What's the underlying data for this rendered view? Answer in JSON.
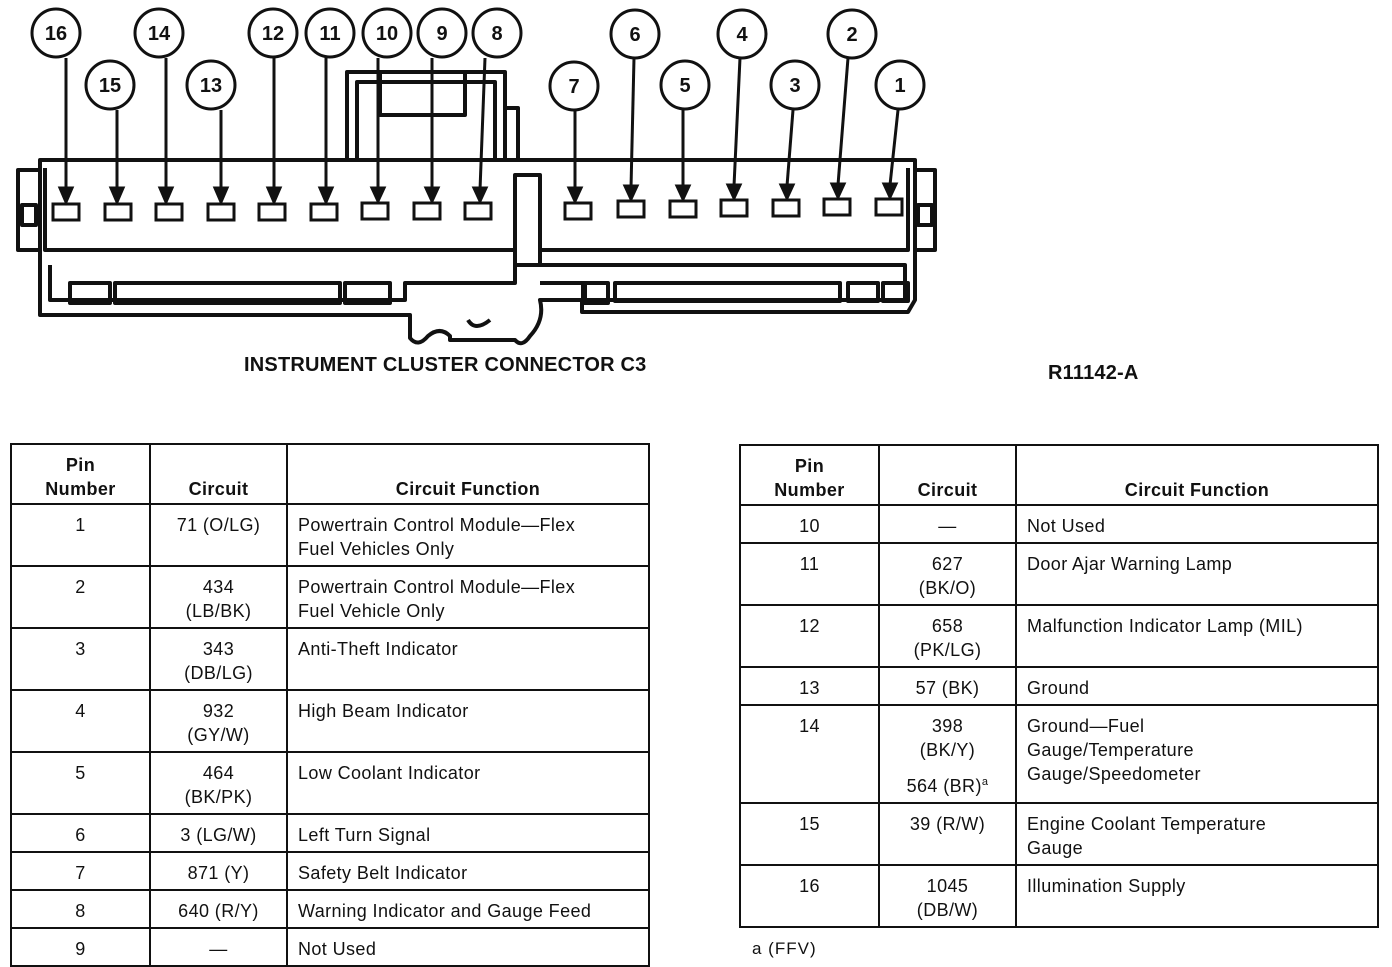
{
  "connector": {
    "title": "INSTRUMENT CLUSTER CONNECTOR C3",
    "reference": "R11142-A",
    "pin_callouts": [
      "16",
      "15",
      "14",
      "13",
      "12",
      "11",
      "10",
      "9",
      "8",
      "7",
      "6",
      "5",
      "4",
      "3",
      "2",
      "1"
    ]
  },
  "table_left": {
    "headers": {
      "pin": "Pin Number",
      "circuit": "Circuit",
      "function": "Circuit Function"
    },
    "rows": [
      {
        "pin": "1",
        "circuit": [
          "71 (O/LG)"
        ],
        "function": [
          "Powertrain Control Module—Flex",
          "Fuel Vehicles Only"
        ]
      },
      {
        "pin": "2",
        "circuit": [
          "434",
          "(LB/BK)"
        ],
        "function": [
          "Powertrain Control Module—Flex",
          "Fuel Vehicle Only"
        ]
      },
      {
        "pin": "3",
        "circuit": [
          "343",
          "(DB/LG)"
        ],
        "function": [
          "Anti-Theft Indicator"
        ]
      },
      {
        "pin": "4",
        "circuit": [
          "932",
          "(GY/W)"
        ],
        "function": [
          "High Beam Indicator"
        ]
      },
      {
        "pin": "5",
        "circuit": [
          "464",
          "(BK/PK)"
        ],
        "function": [
          "Low Coolant Indicator"
        ]
      },
      {
        "pin": "6",
        "circuit": [
          "3 (LG/W)"
        ],
        "function": [
          "Left Turn Signal"
        ]
      },
      {
        "pin": "7",
        "circuit": [
          "871 (Y)"
        ],
        "function": [
          "Safety Belt Indicator"
        ]
      },
      {
        "pin": "8",
        "circuit": [
          "640 (R/Y)"
        ],
        "function": [
          "Warning Indicator and Gauge Feed"
        ]
      },
      {
        "pin": "9",
        "circuit": [
          "—"
        ],
        "function": [
          "Not Used"
        ]
      }
    ]
  },
  "table_right": {
    "headers": {
      "pin": "Pin Number",
      "circuit": "Circuit",
      "function": "Circuit Function"
    },
    "rows": [
      {
        "pin": "10",
        "circuit": [
          "—"
        ],
        "function": [
          "Not Used"
        ]
      },
      {
        "pin": "11",
        "circuit": [
          "627",
          "(BK/O)"
        ],
        "function": [
          "Door Ajar Warning Lamp"
        ]
      },
      {
        "pin": "12",
        "circuit": [
          "658",
          "(PK/LG)"
        ],
        "function": [
          "Malfunction Indicator Lamp (MIL)"
        ]
      },
      {
        "pin": "13",
        "circuit": [
          "57 (BK)"
        ],
        "function": [
          "Ground"
        ]
      },
      {
        "pin": "14",
        "circuit": [
          "398",
          "(BK/Y)"
        ],
        "circuit_note": "564 (BR)",
        "circuit_note_mark": "a",
        "function": [
          "Ground—Fuel",
          "Gauge/Temperature",
          "Gauge/Speedometer"
        ]
      },
      {
        "pin": "15",
        "circuit": [
          "39 (R/W)"
        ],
        "function": [
          "Engine Coolant Temperature",
          "Gauge"
        ]
      },
      {
        "pin": "16",
        "circuit": [
          "1045",
          "(DB/W)"
        ],
        "function": [
          "Illumination Supply"
        ]
      }
    ],
    "footnote": "a    (FFV)"
  }
}
